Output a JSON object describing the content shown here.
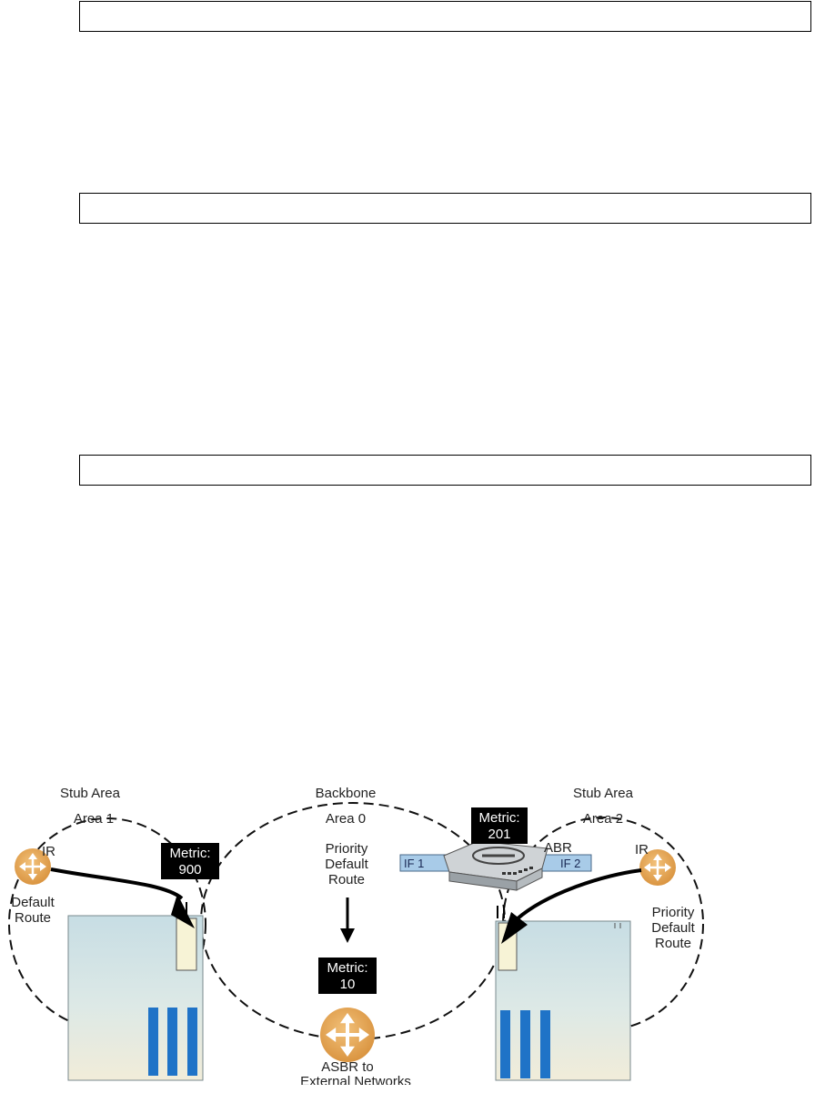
{
  "diagram": {
    "areas": [
      {
        "name": "Stub Area",
        "sub": "Area 1"
      },
      {
        "name": "Backbone",
        "sub": "Area 0"
      },
      {
        "name": "Stub Area",
        "sub": "Area 2"
      }
    ],
    "routers": {
      "ir_left": "IR",
      "ir_right": "IR",
      "abr": "ABR",
      "asbr": [
        "ASBR to",
        "External Networks"
      ]
    },
    "interfaces": {
      "if1": "IF 1",
      "if2": "IF 2"
    },
    "metrics": {
      "left": [
        "Metric:",
        "900"
      ],
      "abr": [
        "Metric:",
        "201"
      ],
      "asbr": [
        "Metric:",
        "10"
      ]
    },
    "route_labels": {
      "left_default": [
        "Default",
        "Route"
      ],
      "priority_center": [
        "Priority",
        "Default",
        "Route"
      ],
      "priority_right": [
        "Priority",
        "Default",
        "Route"
      ]
    },
    "colors": {
      "router": "#e3a453",
      "metric_bg": "#000000",
      "interface_bar": "#a8cbe8",
      "rack_top": "#c7dde4",
      "rack_bottom": "#f1ecd9",
      "blade": "#1f73c7",
      "slot": "#f7f3d6"
    }
  }
}
